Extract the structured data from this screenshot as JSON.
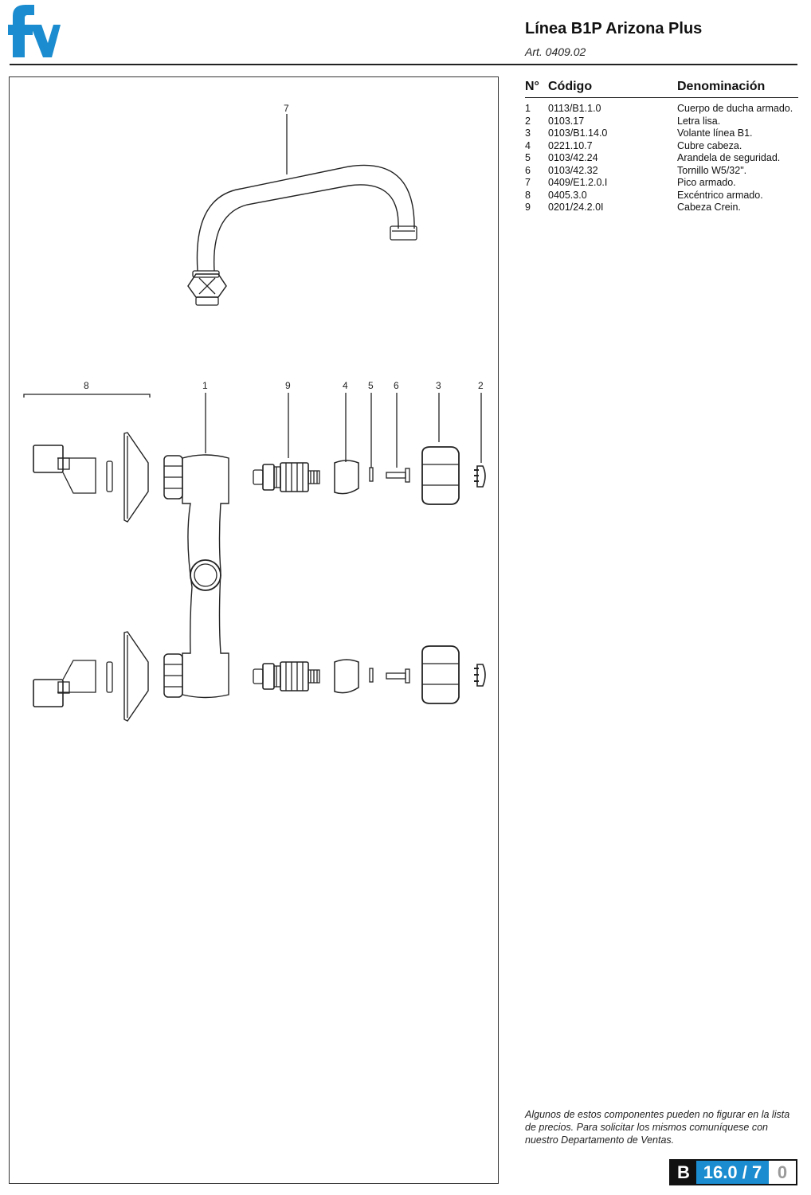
{
  "header": {
    "brand": "fv",
    "title": "Línea B1P Arizona Plus",
    "article": "Art. 0409.02"
  },
  "diagram": {
    "callouts": {
      "n1": "1",
      "n2": "2",
      "n3": "3",
      "n4": "4",
      "n5": "5",
      "n6": "6",
      "n7": "7",
      "n8": "8",
      "n9": "9"
    }
  },
  "parts_table": {
    "headers": {
      "number": "N°",
      "code": "Código",
      "name": "Denominación"
    },
    "rows": [
      {
        "n": "1",
        "code": "0113/B1.1.0",
        "name": "Cuerpo de ducha armado."
      },
      {
        "n": "2",
        "code": "0103.17",
        "name": "Letra lisa."
      },
      {
        "n": "3",
        "code": "0103/B1.14.0",
        "name": "Volante línea B1."
      },
      {
        "n": "4",
        "code": "0221.10.7",
        "name": "Cubre cabeza."
      },
      {
        "n": "5",
        "code": "0103/42.24",
        "name": "Arandela de seguridad."
      },
      {
        "n": "6",
        "code": "0103/42.32",
        "name": "Tornillo W5/32\"."
      },
      {
        "n": "7",
        "code": "0409/E1.2.0.I",
        "name": "Pico armado."
      },
      {
        "n": "8",
        "code": "0405.3.0",
        "name": "Excéntrico armado."
      },
      {
        "n": "9",
        "code": "0201/24.2.0I",
        "name": "Cabeza Crein."
      }
    ]
  },
  "footer": {
    "note": "Algunos de estos componentes pueden no figurar en la lista de precios. Para solicitar los mismos comuníquese con nuestro Departamento de Ventas.",
    "page_code": {
      "section": "B",
      "number": "16.0 / 7",
      "revision": "0"
    }
  },
  "colors": {
    "brand": "#1a8ccf",
    "ink": "#111111"
  }
}
